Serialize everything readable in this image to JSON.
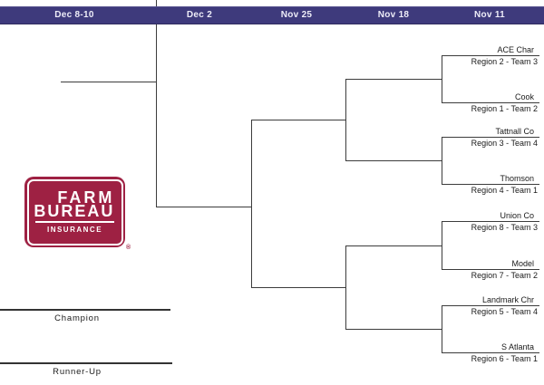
{
  "header": {
    "columns": [
      "Dec 8-10",
      "Dec 2",
      "Nov 25",
      "Nov 18",
      "Nov 11"
    ],
    "bg_color": "#3e3a7c",
    "text_color": "#eeedf8"
  },
  "bracket": {
    "teams": [
      {
        "name": "ACE Char",
        "seed": "Region 2 - Team 3"
      },
      {
        "name": "Cook",
        "seed": "Region 1 - Team 2"
      },
      {
        "name": "Tattnall Co",
        "seed": "Region 3 - Team 4"
      },
      {
        "name": "Thomson",
        "seed": "Region 4 - Team 1"
      },
      {
        "name": "Union Co",
        "seed": "Region 8 - Team 3"
      },
      {
        "name": "Model",
        "seed": "Region 7 - Team 2"
      },
      {
        "name": "Landmark Chr",
        "seed": "Region 5 - Team 4"
      },
      {
        "name": "S Atlanta",
        "seed": "Region 6 - Team 1"
      }
    ],
    "line_color": "#3c3c3c"
  },
  "logo": {
    "line1": "FARM",
    "line2": "BUREAU",
    "line3": "INSURANCE",
    "registered_mark": "®",
    "bg_color": "#9e2143",
    "text_color": "#ffffff"
  },
  "footer": {
    "champion_label": "Champion",
    "runner_up_label": "Runner-Up"
  }
}
